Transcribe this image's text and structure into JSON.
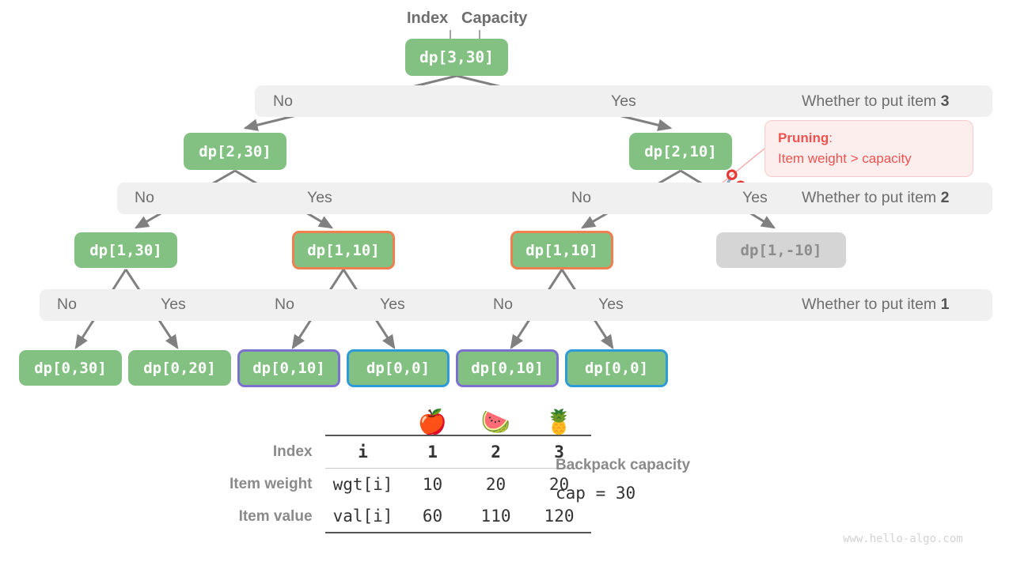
{
  "annotations": {
    "index_label": "Index",
    "capacity_label": "Capacity"
  },
  "tree": {
    "root": {
      "label": "dp[3,30]"
    },
    "level1": [
      {
        "label": "dp[2,30]"
      },
      {
        "label": "dp[2,10]"
      }
    ],
    "level2": [
      {
        "label": "dp[1,30]",
        "border": "none"
      },
      {
        "label": "dp[1,10]",
        "border": "orange"
      },
      {
        "label": "dp[1,10]",
        "border": "orange"
      },
      {
        "label": "dp[1,-10]",
        "border": "gray"
      }
    ],
    "level3": [
      {
        "label": "dp[0,30]",
        "border": "none"
      },
      {
        "label": "dp[0,20]",
        "border": "none"
      },
      {
        "label": "dp[0,10]",
        "border": "purple"
      },
      {
        "label": "dp[0,0]",
        "border": "blue"
      },
      {
        "label": "dp[0,10]",
        "border": "purple"
      },
      {
        "label": "dp[0,0]",
        "border": "blue"
      }
    ]
  },
  "levels": [
    {
      "no_label": "No",
      "yes_label": "Yes",
      "question": "Whether to put item ",
      "item": "3"
    },
    {
      "no_label_1": "No",
      "yes_label_1": "Yes",
      "no_label_2": "No",
      "yes_label_2": "Yes",
      "question": "Whether to put item ",
      "item": "2"
    },
    {
      "no_1": "No",
      "yes_1": "Yes",
      "no_2": "No",
      "yes_2": "Yes",
      "no_3": "No",
      "yes_3": "Yes",
      "question": "Whether to put item ",
      "item": "1"
    }
  ],
  "pruning": {
    "title": "Pruning",
    "colon": ":",
    "reason": "Item weight > capacity"
  },
  "table": {
    "fruits": [
      "🍎",
      "🍉",
      "🍍"
    ],
    "rows": [
      {
        "label": "Index",
        "key": "i",
        "values": [
          "1",
          "2",
          "3"
        ]
      },
      {
        "label": "Item weight",
        "key": "wgt[i]",
        "values": [
          "10",
          "20",
          "20"
        ]
      },
      {
        "label": "Item value",
        "key": "val[i]",
        "values": [
          "60",
          "110",
          "120"
        ]
      }
    ]
  },
  "capacity": {
    "title": "Backpack capacity",
    "value": "cap = 30"
  },
  "watermark": "www.hello-algo.com",
  "colors": {
    "node_green": "#83c183",
    "border_orange": "#ef7f4f",
    "border_purple": "#7b72d0",
    "border_blue": "#2e9bd8",
    "node_gray": "#d5d5d5",
    "bar_gray": "#f0f0f0",
    "arrow_gray": "#808080",
    "prune_red": "#ef5350"
  }
}
